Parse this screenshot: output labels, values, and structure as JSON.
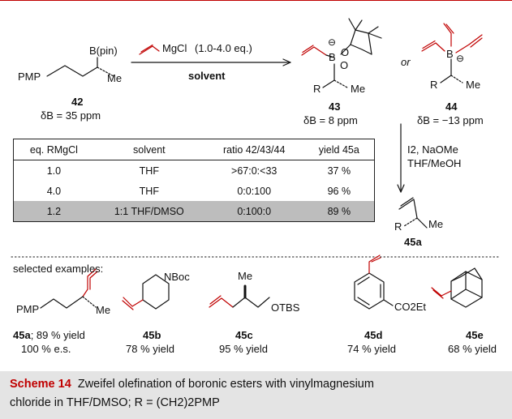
{
  "scheme": {
    "reactant": {
      "label_B": "B(pin)",
      "label_pmp": "PMP",
      "label_me": "Me",
      "number": "42",
      "shift": "δB = 35 ppm"
    },
    "reagent": {
      "formula": "MgCl",
      "amount": "(1.0-4.0 eq.)",
      "condition": "solvent"
    },
    "int43": {
      "atom_B": "B",
      "atom_o1": "O",
      "atom_o2": "O",
      "charge": "⊖",
      "label_r": "R",
      "label_me": "Me",
      "number": "43",
      "shift": "δB = 8 ppm"
    },
    "or_text": "or",
    "int44": {
      "atom_B": "B",
      "charge": "⊖",
      "label_r": "R",
      "label_me": "Me",
      "number": "44",
      "shift": "δB = −13 ppm"
    },
    "second_step": {
      "line1": "I2, NaOMe",
      "line2": "THF/MeOH"
    },
    "product": {
      "label_r": "R",
      "label_me": "Me",
      "number": "45a"
    }
  },
  "table": {
    "headers": [
      "eq. RMgCl",
      "solvent",
      "ratio 42/43/44",
      "yield 45a"
    ],
    "rows": [
      [
        "1.0",
        "THF",
        ">67:0:<33",
        "37 %"
      ],
      [
        "4.0",
        "THF",
        "0:0:100",
        "96 %"
      ],
      [
        "1.2",
        "1:1 THF/DMSO",
        "0:100:0",
        "89 %"
      ]
    ],
    "highlight_row": 2
  },
  "examples": {
    "title": "selected examples:",
    "items": [
      {
        "number": "45a",
        "result": "; 89 % yield",
        "extra": "100 % e.s.",
        "labels": [
          "PMP",
          "Me"
        ]
      },
      {
        "number": "45b",
        "result": "78 % yield",
        "labels": [
          "NBoc"
        ]
      },
      {
        "number": "45c",
        "result": "95 % yield",
        "labels": [
          "Me",
          "OTBS"
        ]
      },
      {
        "number": "45d",
        "result": "74 % yield",
        "labels": [
          "CO2Et"
        ]
      },
      {
        "number": "45e",
        "result": "68 % yield",
        "labels": []
      }
    ]
  },
  "caption": {
    "label": "Scheme 14",
    "line1": "Zweifel olefination of boronic esters with vinylmagnesium",
    "line2": "chloride in THF/DMSO; R = (CH2)2PMP"
  },
  "colors": {
    "accent": "#c00000",
    "caption_bg": "#e4e4e4",
    "highlight": "#bdbdbd"
  }
}
